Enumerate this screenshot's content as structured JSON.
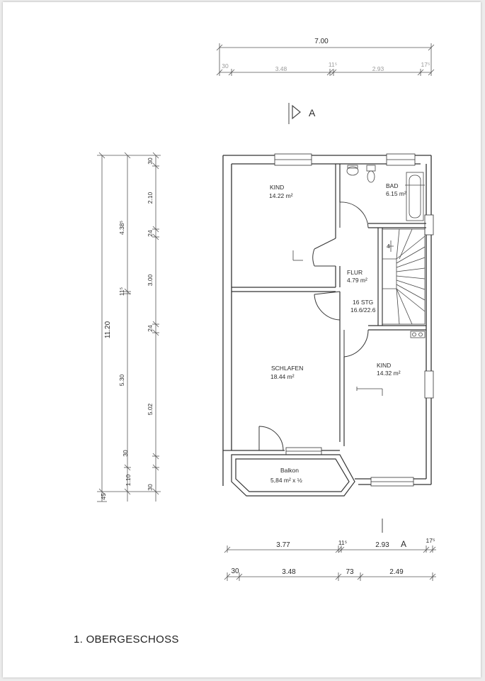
{
  "floor_title": "1. OBERGESCHOSS",
  "section_mark": "A",
  "section_mark_bottom": "A",
  "rooms": {
    "kind_top": {
      "name": "KIND",
      "area": "14.22 m²"
    },
    "bad": {
      "name": "BAD",
      "area": "6.15 m²"
    },
    "flur": {
      "name": "FLUR",
      "area": "4.79 m²"
    },
    "stairs": {
      "name": "16 STG",
      "area": "16.6/22.6"
    },
    "schlafen": {
      "name": "SCHLAFEN",
      "area": "18.44 m²"
    },
    "kind_bottom": {
      "name": "KIND",
      "area": "14.32 m²"
    },
    "balkon": {
      "name": "Balkon",
      "area": "5,84 m² x ½"
    }
  },
  "stair_number": "4",
  "dims_top": {
    "overall": "7.00",
    "parts": [
      "30",
      "3.48",
      "11⁵",
      "2.93",
      "17⁵"
    ]
  },
  "dims_bottom": {
    "row1": [
      "3.77",
      "11⁵",
      "2.93",
      "17⁵"
    ],
    "row2": [
      "30",
      "3.48",
      "73",
      "2.49"
    ]
  },
  "dims_left": {
    "overall": "11.20",
    "mid": [
      "4.38⁵",
      "11⁵",
      "5.30",
      "1.10",
      "45"
    ],
    "inner": [
      "30",
      "2.10",
      "24",
      "3.00",
      "24",
      "5.02",
      "30",
      "30"
    ]
  }
}
